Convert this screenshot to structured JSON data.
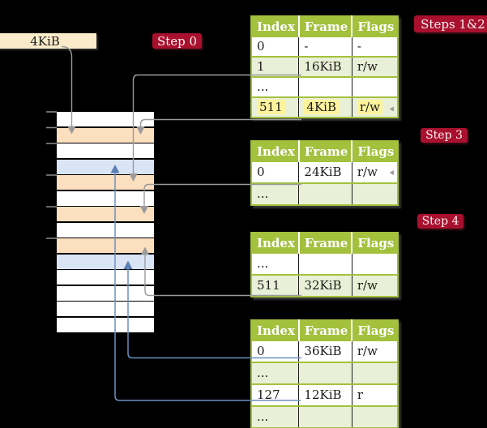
{
  "legend_box": {
    "label": "4KiB"
  },
  "steps": {
    "step0": "Step 0",
    "steps12": "Steps 1&2",
    "step3": "Step 3",
    "step4": "Step 4"
  },
  "tables": [
    {
      "id": "page-table-steps-1-2",
      "headers": [
        "Index",
        "Frame",
        "Flags"
      ],
      "rows": [
        [
          "0",
          "-",
          "-"
        ],
        [
          "1",
          "16KiB",
          "r/w"
        ],
        [
          "...",
          "",
          ""
        ],
        [
          "511",
          "4KiB",
          "r/w"
        ]
      ],
      "highlight_row": 3
    },
    {
      "id": "page-table-step-3",
      "headers": [
        "Index",
        "Frame",
        "Flags"
      ],
      "rows": [
        [
          "0",
          "24KiB",
          "r/w"
        ],
        [
          "...",
          "",
          ""
        ]
      ],
      "highlight_row": null
    },
    {
      "id": "page-table-step-4",
      "headers": [
        "Index",
        "Frame",
        "Flags"
      ],
      "rows": [
        [
          "...",
          "",
          ""
        ],
        [
          "511",
          "32KiB",
          "r/w"
        ]
      ],
      "highlight_row": null
    },
    {
      "id": "page-table-final",
      "headers": [
        "Index",
        "Frame",
        "Flags"
      ],
      "rows": [
        [
          "0",
          "36KiB",
          "r/w"
        ],
        [
          "...",
          "",
          ""
        ],
        [
          "127",
          "12KiB",
          "r"
        ],
        [
          "...",
          "",
          ""
        ]
      ],
      "highlight_row": null
    }
  ],
  "memory_column": {
    "row_colors": [
      "white",
      "orange",
      "white",
      "blue",
      "orange",
      "white",
      "orange",
      "white",
      "orange",
      "blue",
      "white",
      "white",
      "white",
      "white"
    ]
  },
  "colors": {
    "background": "#000000",
    "table_header_green": "#a3c13d",
    "table_row_green": "#eaf0d7",
    "memory_orange": "#fbdfbf",
    "memory_blue": "#d9e4f5",
    "highlight_yellow": "#fdf39b",
    "label_red": "#a8102e",
    "legend_wheat": "#faecca",
    "arrow_gray": "#9b9b9b",
    "arrow_blue": "#6d8fc0"
  }
}
